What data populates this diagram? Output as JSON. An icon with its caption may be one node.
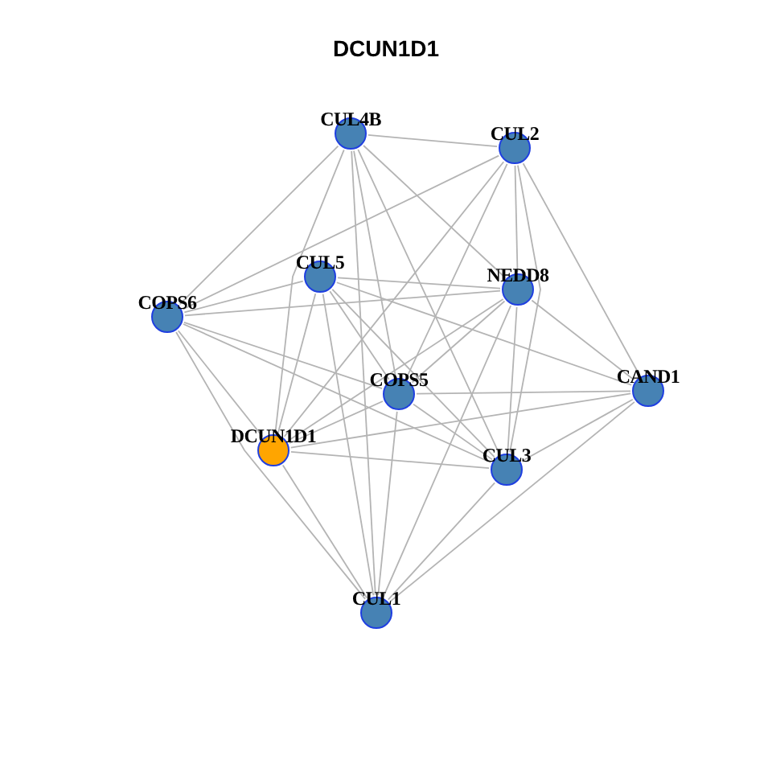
{
  "diagram": {
    "title": "DCUN1D1",
    "nodes": [
      {
        "text": [
          "CUL4B"
        ]
      },
      {
        "text": [
          "CUL2"
        ]
      },
      {
        "text": [
          "CUL5"
        ]
      },
      {
        "text": [
          "NEDD8"
        ]
      },
      {
        "text": [
          "COPS6"
        ]
      },
      {
        "text": [
          "CAND1"
        ]
      },
      {
        "text": [
          "COPS5"
        ]
      },
      {
        "text": [
          "DCUN1D1"
        ]
      },
      {
        "text": [
          "CUL3"
        ]
      },
      {
        "text": [
          "CUL1"
        ]
      }
    ],
    "edges": [
      {
        "from": 0,
        "to": 1,
        "arrow": "none"
      },
      {
        "from": 0,
        "to": 4,
        "arrow": "none"
      },
      {
        "from": 0,
        "to": 3,
        "arrow": "none"
      },
      {
        "from": 0,
        "to": 7,
        "arrow": "none"
      },
      {
        "from": 0,
        "to": 6,
        "arrow": "none"
      },
      {
        "from": 0,
        "to": 8,
        "arrow": "none"
      },
      {
        "from": 0,
        "to": 9,
        "arrow": "none"
      },
      {
        "from": 1,
        "to": 4,
        "arrow": "none"
      },
      {
        "from": 1,
        "to": 3,
        "arrow": "none"
      },
      {
        "from": 1,
        "to": 5,
        "arrow": "none"
      },
      {
        "from": 1,
        "to": 7,
        "arrow": "none"
      },
      {
        "from": 1,
        "to": 6,
        "arrow": "none"
      },
      {
        "from": 1,
        "to": 8,
        "arrow": "none"
      },
      {
        "from": 2,
        "to": 4,
        "arrow": "none"
      },
      {
        "from": 2,
        "to": 3,
        "arrow": "none"
      },
      {
        "from": 2,
        "to": 5,
        "arrow": "none"
      },
      {
        "from": 2,
        "to": 6,
        "arrow": "none"
      },
      {
        "from": 2,
        "to": 8,
        "arrow": "none"
      },
      {
        "from": 2,
        "to": 7,
        "arrow": "none"
      },
      {
        "from": 2,
        "to": 9,
        "arrow": "none"
      },
      {
        "from": 3,
        "to": 4,
        "arrow": "none"
      },
      {
        "from": 3,
        "to": 5,
        "arrow": "none"
      },
      {
        "from": 3,
        "to": 6,
        "arrow": "none"
      },
      {
        "from": 3,
        "to": 7,
        "arrow": "none"
      },
      {
        "from": 3,
        "to": 8,
        "arrow": "none"
      },
      {
        "from": 3,
        "to": 9,
        "arrow": "none"
      },
      {
        "from": 4,
        "to": 7,
        "arrow": "none"
      },
      {
        "from": 4,
        "to": 6,
        "arrow": "none"
      },
      {
        "from": 4,
        "to": 8,
        "arrow": "none"
      },
      {
        "from": 4,
        "to": 9,
        "arrow": "none"
      },
      {
        "from": 5,
        "to": 6,
        "arrow": "none"
      },
      {
        "from": 5,
        "to": 7,
        "arrow": "none"
      },
      {
        "from": 5,
        "to": 8,
        "arrow": "none"
      },
      {
        "from": 5,
        "to": 9,
        "arrow": "none"
      },
      {
        "from": 6,
        "to": 8,
        "arrow": "none"
      },
      {
        "from": 6,
        "to": 9,
        "arrow": "none"
      },
      {
        "from": 6,
        "to": 7,
        "arrow": "none"
      },
      {
        "from": 7,
        "to": 8,
        "arrow": "none"
      },
      {
        "from": 7,
        "to": 9,
        "arrow": "none"
      },
      {
        "from": 8,
        "to": 9,
        "arrow": "none"
      }
    ]
  }
}
